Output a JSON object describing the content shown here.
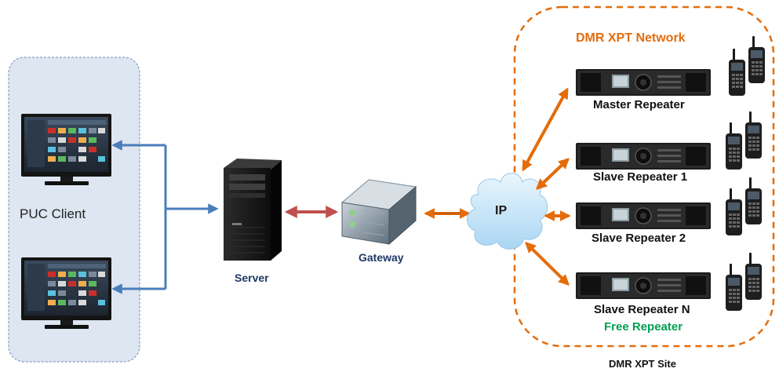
{
  "labels": {
    "puc_client": "PUC Client",
    "server": "Server",
    "gateway": "Gateway",
    "ip": "IP",
    "network_title": "DMR XPT Network",
    "master_repeater": "Master Repeater",
    "slave_repeater_1": "Slave Repeater 1",
    "slave_repeater_2": "Slave Repeater 2",
    "slave_repeater_n": "Slave Repeater N",
    "free_repeater": "Free Repeater",
    "site": "DMR XPT Site"
  },
  "colors": {
    "client_panel_fill": "#dde6f1",
    "client_panel_border": "#6f8fb8",
    "blue_arrow": "#4a7ebb",
    "red_arrow": "#c0504d",
    "orange_arrow": "#e46c0a",
    "site_border": "#e46c0a",
    "network_title": "#e46c0a",
    "free_repeater": "#00a050",
    "server_label": "#1f3864",
    "cloud_fill": "#cfe7f7"
  },
  "icons": {
    "monitor": "monitor-icon",
    "server": "server-tower-icon",
    "gateway": "gateway-icon",
    "cloud": "cloud-icon",
    "repeater": "repeater-icon",
    "radio": "handheld-radio-icon"
  }
}
